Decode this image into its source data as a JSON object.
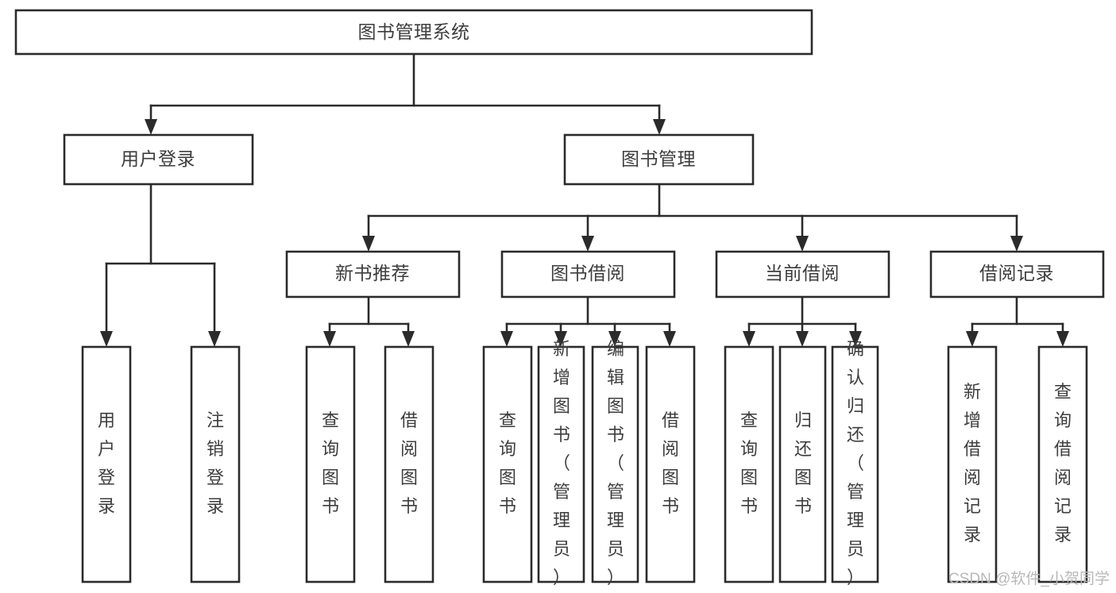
{
  "diagram": {
    "type": "tree",
    "title": "图书管理系统",
    "orientation": "top-down",
    "colors": {
      "box_fill": "#ffffff",
      "box_stroke": "#2b2b2b",
      "text": "#3d3d3d",
      "watermark": "#b8b8b8",
      "background": "#ffffff"
    },
    "levels": 4,
    "nodes": {
      "root": {
        "label": "图书管理系统",
        "level": 1
      },
      "l2": [
        {
          "id": "user-login",
          "label": "用户登录",
          "level": 2
        },
        {
          "id": "book-management",
          "label": "图书管理",
          "level": 2
        }
      ],
      "l3": [
        {
          "id": "new-book-recommend",
          "label": "新书推荐",
          "level": 3,
          "parent": "book-management"
        },
        {
          "id": "book-borrow",
          "label": "图书借阅",
          "level": 3,
          "parent": "book-management"
        },
        {
          "id": "current-borrow",
          "label": "当前借阅",
          "level": 3,
          "parent": "book-management"
        },
        {
          "id": "borrow-record",
          "label": "借阅记录",
          "level": 3,
          "parent": "book-management"
        }
      ],
      "leaves": [
        {
          "id": "leaf-user-login",
          "label": "用户登录",
          "parent": "user-login"
        },
        {
          "id": "leaf-user-logout",
          "label": "注销登录",
          "parent": "user-login"
        },
        {
          "id": "leaf-query-book-1",
          "label": "查询图书",
          "parent": "new-book-recommend"
        },
        {
          "id": "leaf-borrow-book-1",
          "label": "借阅图书",
          "parent": "new-book-recommend"
        },
        {
          "id": "leaf-query-book-2",
          "label": "查询图书",
          "parent": "book-borrow"
        },
        {
          "id": "leaf-add-book",
          "label": "新增图书（管理员）",
          "parent": "book-borrow"
        },
        {
          "id": "leaf-edit-book",
          "label": "编辑图书（管理员）",
          "parent": "book-borrow"
        },
        {
          "id": "leaf-borrow-book-2",
          "label": "借阅图书",
          "parent": "book-borrow"
        },
        {
          "id": "leaf-query-book-3",
          "label": "查询图书",
          "parent": "current-borrow"
        },
        {
          "id": "leaf-return-book",
          "label": "归还图书",
          "parent": "current-borrow"
        },
        {
          "id": "leaf-confirm-return",
          "label": "确认归还（管理员）",
          "parent": "current-borrow"
        },
        {
          "id": "leaf-add-record",
          "label": "新增借阅记录",
          "parent": "borrow-record"
        },
        {
          "id": "leaf-query-record",
          "label": "查询借阅记录",
          "parent": "borrow-record"
        }
      ]
    }
  },
  "watermark": {
    "text": "CSDN @软件_小贺同学"
  }
}
